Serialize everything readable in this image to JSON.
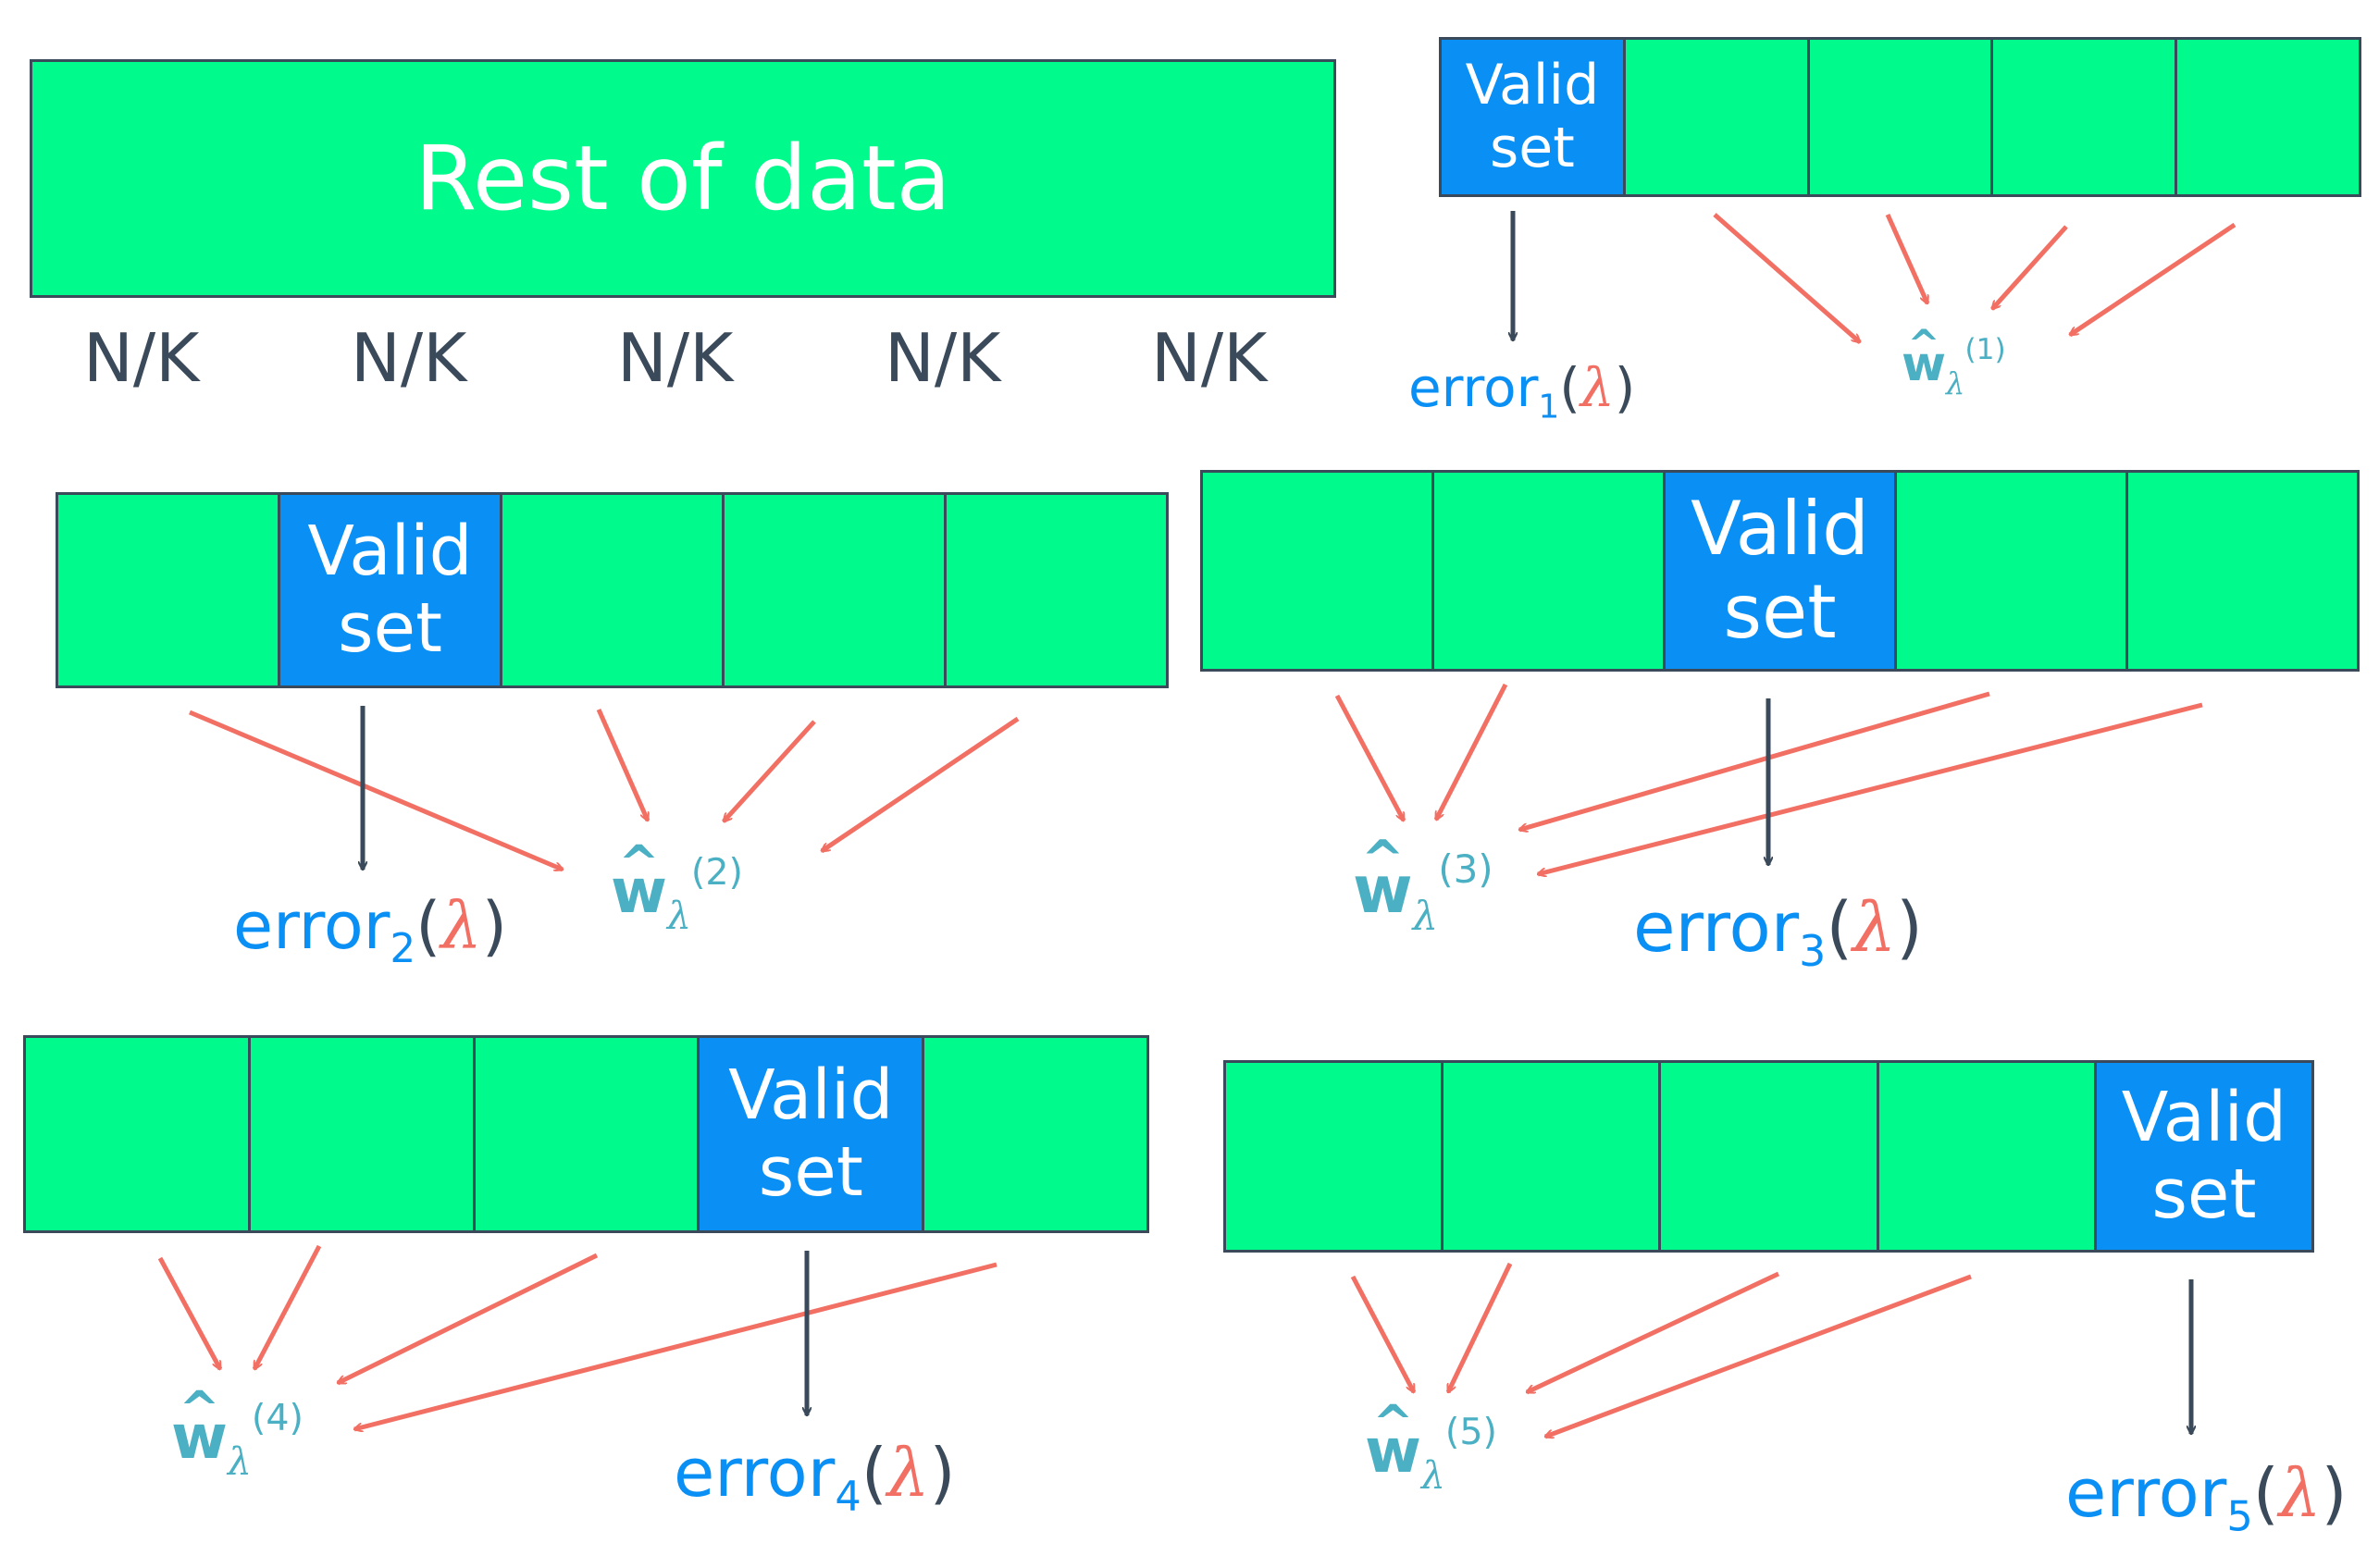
{
  "rest_label": "Rest of data",
  "nk_labels": [
    "N/K",
    "N/K",
    "N/K",
    "N/K",
    "N/K"
  ],
  "valid_line1": "Valid",
  "valid_line2": "set",
  "error_word": "error",
  "lambda_symbol": "λ",
  "paren_open": "(",
  "paren_close": ")",
  "w_symbol": "w",
  "hat_symbol": "^",
  "folds": [
    {
      "index": "1",
      "valid_position": 1,
      "w_superscript": "(1)"
    },
    {
      "index": "2",
      "valid_position": 2,
      "w_superscript": "(2)"
    },
    {
      "index": "3",
      "valid_position": 3,
      "w_superscript": "(3)"
    },
    {
      "index": "4",
      "valid_position": 4,
      "w_superscript": "(4)"
    },
    {
      "index": "5",
      "valid_position": 5,
      "w_superscript": "(5)"
    }
  ],
  "colors": {
    "train_block": "#00fa8c",
    "valid_block": "#0a8ff5",
    "block_border": "#3b4a5a",
    "error_text": "#0a8ff5",
    "lambda_text": "#f26f64",
    "w_text": "#4bb0c3",
    "train_arrow": "#f26f64",
    "error_arrow": "#3b4a5a"
  }
}
